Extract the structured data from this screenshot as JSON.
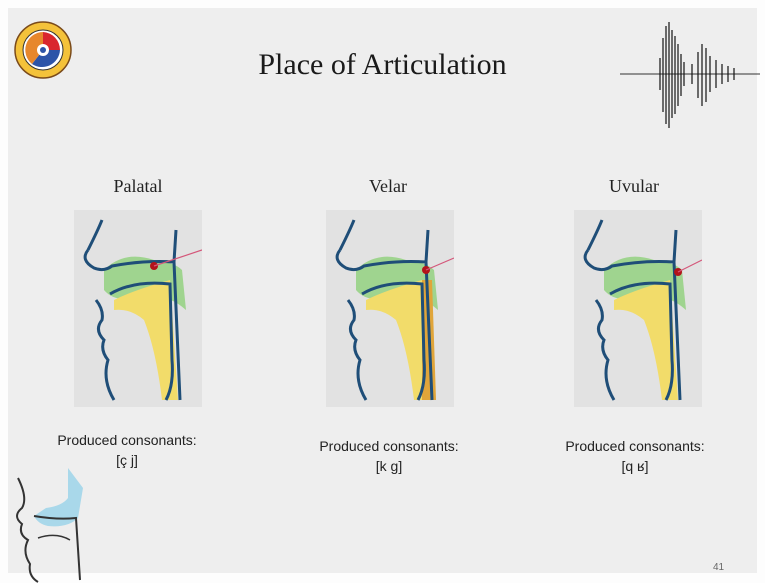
{
  "slide": {
    "title": "Place of Articulation",
    "page_number": "41",
    "columns": [
      {
        "label": "Palatal",
        "caption_title": "Produced consonants:",
        "consonants": "[ç j]"
      },
      {
        "label": "Velar",
        "caption_title": "Produced consonants:",
        "consonants": "[k g]"
      },
      {
        "label": "Uvular",
        "caption_title": "Produced consonants:",
        "consonants": "[q ʁ]"
      }
    ]
  },
  "colors": {
    "tract_outline": "#1f4e78",
    "tongue_green": "#8fd17a",
    "throat_yellow": "#f2dc6a",
    "velar_orange": "#e0a53a",
    "marker": "#b3141b",
    "pointer_line": "#d4577a"
  },
  "icons": [
    "institute-logo",
    "speech-waveform",
    "vocal-tract-sketch"
  ]
}
